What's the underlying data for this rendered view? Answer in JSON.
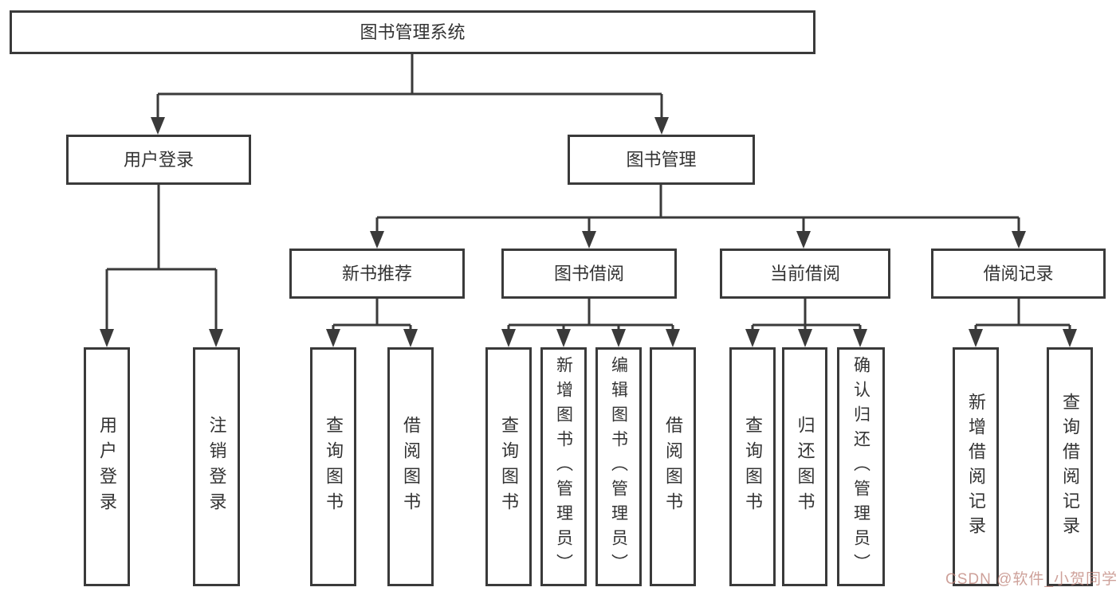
{
  "nodes": {
    "root": {
      "label": "图书管理系统"
    },
    "branches": [
      {
        "label": "用户登录",
        "children": [
          {
            "label": "用户登录"
          },
          {
            "label": "注销登录"
          }
        ]
      },
      {
        "label": "图书管理",
        "children": [
          {
            "label": "新书推荐",
            "children": [
              {
                "label": "查询图书"
              },
              {
                "label": "借阅图书"
              }
            ]
          },
          {
            "label": "图书借阅",
            "children": [
              {
                "label": "查询图书"
              },
              {
                "label": "新增图书（管理员）"
              },
              {
                "label": "编辑图书（管理员）"
              },
              {
                "label": "借阅图书"
              }
            ]
          },
          {
            "label": "当前借阅",
            "children": [
              {
                "label": "查询图书"
              },
              {
                "label": "归还图书"
              },
              {
                "label": "确认归还（管理员）"
              }
            ]
          },
          {
            "label": "借阅记录",
            "children": [
              {
                "label": "新增借阅记录"
              },
              {
                "label": "查询借阅记录"
              }
            ]
          }
        ]
      }
    ]
  },
  "watermark": {
    "text": "CSDN @软件_小贺同学"
  },
  "colors": {
    "line": "#3a3a3a",
    "text": "#333333",
    "watermark": "#be7868",
    "background": "#ffffff"
  }
}
